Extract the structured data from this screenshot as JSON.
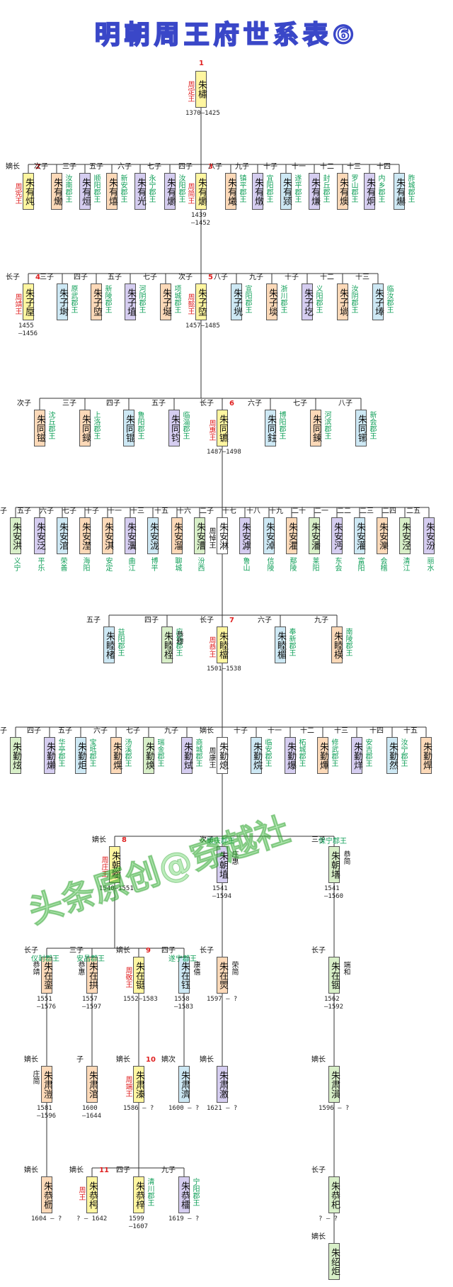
{
  "title": "明朝周王府世系表⑥",
  "watermark": "头条原创@穿越社",
  "colors": {
    "yellow": "#fff6a0",
    "purple": "#d5cdf0",
    "orange": "#fcd9b8",
    "blue": "#cde8f4",
    "green": "#d8efc8",
    "white": "#ffffff",
    "red": "#e02020",
    "teal": "#12a05a"
  },
  "people": [
    {
      "id": "g1",
      "name": "朱橚",
      "color": "yellow",
      "num": "1",
      "title": "周定王",
      "title_color": "red",
      "years": "1370–1425"
    },
    {
      "id": "g2a",
      "name": "朱有炖",
      "color": "yellow",
      "rank": "嫡长",
      "num": "2",
      "title": "周宪王",
      "title_color": "red"
    },
    {
      "id": "g2b",
      "name": "朱有爋",
      "color": "orange",
      "rank": "次子",
      "title": "汝南郡王",
      "title_color": "teal"
    },
    {
      "id": "g2c",
      "name": "朱有烜",
      "color": "purple",
      "rank": "三子",
      "title": "顺阳郡王",
      "title_color": "teal"
    },
    {
      "id": "g2d",
      "name": "朱有熺",
      "color": "orange",
      "rank": "五子",
      "title": "新安郡王",
      "title_color": "teal"
    },
    {
      "id": "g2e",
      "name": "朱有光",
      "color": "purple",
      "rank": "六子",
      "title": "永宁郡王",
      "title_color": "teal"
    },
    {
      "id": "g2f",
      "name": "朱有爝",
      "color": "purple",
      "rank": "七子",
      "title": "汝阳郡王",
      "title_color": "teal"
    },
    {
      "id": "g2g",
      "name": "朱有爝",
      "color": "yellow",
      "rank": "四子",
      "num": "3",
      "title": "周简王",
      "title_color": "red",
      "years": "1439 –1452"
    },
    {
      "id": "g2h",
      "name": "朱有爔",
      "color": "orange",
      "rank": "八子",
      "title": "镇平郡王",
      "title_color": "teal"
    },
    {
      "id": "g2i",
      "name": "朱有燉",
      "color": "purple",
      "rank": "九子",
      "title": "宜阳郡王",
      "title_color": "teal"
    },
    {
      "id": "g2j",
      "name": "朱有颎",
      "color": "blue",
      "rank": "十子",
      "title": "遂平郡王",
      "title_color": "teal"
    },
    {
      "id": "g2k",
      "name": "朱有熑",
      "color": "purple",
      "rank": "十一",
      "title": "封丘郡王",
      "title_color": "teal"
    },
    {
      "id": "g2l",
      "name": "朱有燠",
      "color": "orange",
      "rank": "十二",
      "title": "罗山郡王",
      "title_color": "teal"
    },
    {
      "id": "g2m",
      "name": "朱有炯",
      "color": "purple",
      "rank": "十三",
      "title": "内乡郡王",
      "title_color": "teal"
    },
    {
      "id": "g2n",
      "name": "朱有爀",
      "color": "blue",
      "rank": "十四",
      "title": "胙城郡王",
      "title_color": "teal"
    },
    {
      "id": "g3a",
      "name": "朱子垕",
      "color": "yellow",
      "rank": "长子",
      "num": "4",
      "title": "周靖王",
      "title_color": "red",
      "years": "1455 –1456"
    },
    {
      "id": "g3b",
      "name": "朱子埘",
      "color": "blue",
      "rank": "三子",
      "title": "原武郡王",
      "title_color": "teal"
    },
    {
      "id": "g3c",
      "name": "朱子埅",
      "color": "orange",
      "rank": "四子",
      "title": "新陵郡王",
      "title_color": "teal"
    },
    {
      "id": "g3d",
      "name": "朱子埴",
      "color": "purple",
      "rank": "五子",
      "title": "河阴郡王",
      "title_color": "teal"
    },
    {
      "id": "g3e",
      "name": "朱子埏",
      "color": "orange",
      "rank": "七子",
      "title": "项城郡王",
      "title_color": "teal"
    },
    {
      "id": "g3f",
      "name": "朱子埅",
      "color": "yellow",
      "rank": "次子",
      "num": "5",
      "title": "周懿王",
      "title_color": "red",
      "years": "1457–1485"
    },
    {
      "id": "g3g",
      "name": "朱子垙",
      "color": "blue",
      "rank": "八子",
      "title": "宣阳郡王",
      "title_color": "teal"
    },
    {
      "id": "g3h",
      "name": "朱子埮",
      "color": "orange",
      "rank": "九子",
      "title": "浙川郡王",
      "title_color": "teal"
    },
    {
      "id": "g3i",
      "name": "朱子圪",
      "color": "purple",
      "rank": "十子",
      "title": "义阳郡王",
      "title_color": "teal"
    },
    {
      "id": "g3j",
      "name": "朱子埫",
      "color": "orange",
      "rank": "十二",
      "title": "汝阴郡王",
      "title_color": "teal"
    },
    {
      "id": "g3k",
      "name": "朱子埲",
      "color": "blue",
      "rank": "十三",
      "title": "临汝郡王",
      "title_color": "teal"
    },
    {
      "id": "g4a",
      "name": "朱同镃",
      "color": "orange",
      "rank": "次子",
      "title": "沈丘郡王",
      "title_color": "teal"
    },
    {
      "id": "g4b",
      "name": "朱同録",
      "color": "orange",
      "rank": "三子",
      "title": "上洛郡王",
      "title_color": "teal"
    },
    {
      "id": "g4c",
      "name": "朱同锟",
      "color": "blue",
      "rank": "四子",
      "title": "鲁阳郡王",
      "title_color": "teal"
    },
    {
      "id": "g4d",
      "name": "朱同钧",
      "color": "purple",
      "rank": "五子",
      "title": "临淄郡王",
      "title_color": "teal"
    },
    {
      "id": "g4e",
      "name": "朱同镳",
      "color": "yellow",
      "rank": "长子",
      "num": "6",
      "title": "周惠王",
      "title_color": "red",
      "years": "1487–1498"
    },
    {
      "id": "g4f",
      "name": "朱同鉒",
      "color": "blue",
      "rank": "六子",
      "title": "博阳郡王",
      "title_color": "teal"
    },
    {
      "id": "g4g",
      "name": "朱同鍊",
      "color": "orange",
      "rank": "七子",
      "title": "河滨郡王",
      "title_color": "teal"
    },
    {
      "id": "g4h",
      "name": "朱同铘",
      "color": "blue",
      "rank": "八子",
      "title": "新会郡王",
      "title_color": "teal"
    },
    {
      "id": "g5a",
      "name": "朱安洪",
      "color": "green",
      "rank": "子",
      "title": "义宁",
      "title_color": "teal"
    },
    {
      "id": "g5b",
      "name": "朱安泛",
      "color": "purple",
      "rank": "五子",
      "title": "平乐",
      "title_color": "teal"
    },
    {
      "id": "g5c",
      "name": "朱安涫",
      "color": "blue",
      "rank": "六子",
      "title": "荣善",
      "title_color": "teal"
    },
    {
      "id": "g5d",
      "name": "朱安漜",
      "color": "orange",
      "rank": "七子",
      "title": "海阳",
      "title_color": "teal"
    },
    {
      "id": "g5e",
      "name": "朱安淇",
      "color": "orange",
      "rank": "十子",
      "title": "安定",
      "title_color": "teal"
    },
    {
      "id": "g5f",
      "name": "朱安瀷",
      "color": "purple",
      "rank": "十一",
      "title": "曲江",
      "title_color": "teal"
    },
    {
      "id": "g5g",
      "name": "朱安泷",
      "color": "blue",
      "rank": "十三",
      "title": "博平",
      "title_color": "teal"
    },
    {
      "id": "g5h",
      "name": "朱安溜",
      "color": "orange",
      "rank": "十五",
      "title": "聊城",
      "title_color": "teal"
    },
    {
      "id": "g5i",
      "name": "朱安漕",
      "color": "green",
      "rank": "十六",
      "title": "汾西",
      "title_color": "teal"
    },
    {
      "id": "g5j",
      "name": "朱安淋",
      "color": "white",
      "rank": "二子",
      "title": "周悼王",
      "title_color": "black"
    },
    {
      "id": "g5k",
      "name": "朱安滹",
      "color": "purple",
      "rank": "十七",
      "title": "鲁山",
      "title_color": "teal"
    },
    {
      "id": "g5l",
      "name": "朱安淖",
      "color": "blue",
      "rank": "十八",
      "title": "信陵",
      "title_color": "teal"
    },
    {
      "id": "g5m",
      "name": "朱安灈",
      "color": "orange",
      "rank": "十九",
      "title": "鄢陵",
      "title_color": "teal"
    },
    {
      "id": "g5n",
      "name": "朱安潘",
      "color": "green",
      "rank": "二十",
      "title": "莱阳",
      "title_color": "teal"
    },
    {
      "id": "g5o",
      "name": "朱安沔",
      "color": "purple",
      "rank": "二一",
      "title": "东会",
      "title_color": "teal"
    },
    {
      "id": "g5p",
      "name": "朱安灌",
      "color": "blue",
      "rank": "二二",
      "title": "富阳",
      "title_color": "teal"
    },
    {
      "id": "g5q",
      "name": "朱安濼",
      "color": "orange",
      "rank": "二三",
      "title": "会稽",
      "title_color": "teal"
    },
    {
      "id": "g5r",
      "name": "朱安泾",
      "color": "green",
      "rank": "二四",
      "title": "清江",
      "title_color": "teal"
    },
    {
      "id": "g5s",
      "name": "朱安汾",
      "color": "purple",
      "rank": "二五",
      "title": "丽水",
      "title_color": "teal"
    },
    {
      "id": "g6a",
      "name": "朱睦楮",
      "color": "blue",
      "rank": "五子",
      "title": "益阳郡王",
      "title_color": "teal"
    },
    {
      "id": "g6b",
      "name": "朱睦桎",
      "color": "green",
      "rank": "四子",
      "title": "应城郡王",
      "title_color": "teal",
      "note": "恭穆"
    },
    {
      "id": "g6c",
      "name": "朱睦檔",
      "color": "yellow",
      "rank": "长子",
      "num": "7",
      "title": "周恭王",
      "title_color": "red",
      "years": "1501–1538"
    },
    {
      "id": "g6d",
      "name": "朱睦楣",
      "color": "blue",
      "rank": "六子",
      "title": "奉新郡王",
      "title_color": "teal"
    },
    {
      "id": "g6e",
      "name": "朱睦楧",
      "color": "orange",
      "rank": "九子",
      "title": "南陵郡王",
      "title_color": "teal"
    },
    {
      "id": "g7a",
      "name": "朱勤炫",
      "color": "green",
      "rank": "子",
      "title": "",
      "title_color": "teal"
    },
    {
      "id": "g7b",
      "name": "朱勤㸊",
      "color": "purple",
      "rank": "四子",
      "title": "华亭郡王",
      "title_color": "teal"
    },
    {
      "id": "g7c",
      "name": "朱勤炬",
      "color": "blue",
      "rank": "五子",
      "title": "宝坻郡王",
      "title_color": "teal"
    },
    {
      "id": "g7d",
      "name": "朱勤熀",
      "color": "orange",
      "rank": "六子",
      "title": "汤溪郡王",
      "title_color": "teal"
    },
    {
      "id": "g7e",
      "name": "朱勤焕",
      "color": "green",
      "rank": "七子",
      "title": "瑞金郡王",
      "title_color": "teal"
    },
    {
      "id": "g7f",
      "name": "朱勤烒",
      "color": "purple",
      "rank": "九子",
      "title": "商城郡王",
      "title_color": "teal"
    },
    {
      "id": "g7g",
      "name": "朱勤熄",
      "color": "white",
      "rank": "嫡长",
      "title": "周康王",
      "title_color": "black"
    },
    {
      "id": "g7h",
      "name": "朱勤烷",
      "color": "blue",
      "rank": "十子",
      "title": "临安郡王",
      "title_color": "teal"
    },
    {
      "id": "g7i",
      "name": "朱勤爆",
      "color": "purple",
      "rank": "十一",
      "title": "柘城郡王",
      "title_color": "teal"
    },
    {
      "id": "g7j",
      "name": "朱勤熚",
      "color": "orange",
      "rank": "十二",
      "title": "修武郡王",
      "title_color": "teal"
    },
    {
      "id": "g7k",
      "name": "朱勤烊",
      "color": "purple",
      "rank": "十三",
      "title": "安吉郡王",
      "title_color": "teal"
    },
    {
      "id": "g7l",
      "name": "朱勤然",
      "color": "blue",
      "rank": "十四",
      "title": "汝宁郡王",
      "title_color": "teal"
    },
    {
      "id": "g7m",
      "name": "朱勤焊",
      "color": "orange",
      "rank": "十五",
      "title": "",
      "title_color": "teal"
    },
    {
      "id": "g8a",
      "name": "朱朝㘅",
      "color": "yellow",
      "rank": "嫡长",
      "num": "8",
      "title": "周庄王",
      "title_color": "red",
      "years": "1540–1551"
    },
    {
      "id": "g8b",
      "name": "朱朝埴",
      "color": "purple",
      "rank": "次子",
      "top": "顺庆郡王",
      "note": "庄惠",
      "years": "1541 –1594"
    },
    {
      "id": "g8c",
      "name": "朱朝墡",
      "color": "green",
      "rank": "三子",
      "top": "保宁郡王",
      "note": "恭简",
      "years": "1541 –1560"
    },
    {
      "id": "g9a",
      "name": "朱在銮",
      "color": "orange",
      "rank": "长子",
      "top": "仪封郡王",
      "note": "恭靖",
      "years": "1551 –1576"
    },
    {
      "id": "g9b",
      "name": "朱在拱",
      "color": "orange",
      "rank": "三子",
      "top": "安昌郡王",
      "note": "恭惠",
      "years": "1557 –1597"
    },
    {
      "id": "g9c",
      "name": "朱在铤",
      "color": "yellow",
      "rank": "嫡长",
      "num": "9",
      "title": "周敬王",
      "title_color": "red",
      "years": "1552–1583"
    },
    {
      "id": "g9d",
      "name": "朱在钰",
      "color": "blue",
      "rank": "四子",
      "top": "遂宁郡王",
      "note": "康僖",
      "years": "1558 –1583"
    },
    {
      "id": "g9e",
      "name": "朱在焸",
      "color": "orange",
      "rank": "长子",
      "note": "荣简",
      "years": "1597 – ?"
    },
    {
      "id": "g9f",
      "name": "朱在铟",
      "color": "green",
      "rank": "长子",
      "note": "端和",
      "years": "1562 –1592"
    },
    {
      "id": "g10a",
      "name": "朱肃溰",
      "color": "orange",
      "rank": "嫡长",
      "note": "庄简",
      "years": "1581 –1596"
    },
    {
      "id": "g10b",
      "name": "朱肃涫",
      "color": "orange",
      "rank": "子",
      "years": "1600 –1644"
    },
    {
      "id": "g10c",
      "name": "朱肃溱",
      "color": "yellow",
      "rank": "嫡长",
      "num": "10",
      "title": "周端王",
      "title_color": "red",
      "years": "1586 – ?"
    },
    {
      "id": "g10d",
      "name": "朱肃濟",
      "color": "blue",
      "rank": "嫡次",
      "years": "1600 – ?"
    },
    {
      "id": "g10e",
      "name": "朱肃激",
      "color": "purple",
      "rank": "嫡长",
      "years": "1621 – ?"
    },
    {
      "id": "g10f",
      "name": "朱肃溳",
      "color": "green",
      "rank": "嫡长",
      "years": "1596 – ?"
    },
    {
      "id": "g11a",
      "name": "朱恭枥",
      "color": "orange",
      "rank": "嫡长",
      "years": "1604 – ?"
    },
    {
      "id": "g11b",
      "name": "朱恭枵",
      "color": "yellow",
      "rank": "嫡长",
      "num": "11",
      "title": "周王",
      "title_color": "red",
      "years": "? – 1642"
    },
    {
      "id": "g11c",
      "name": "朱恭梓",
      "color": "yellow",
      "rank": "四子",
      "title": "清川郡王",
      "title_color": "teal",
      "years": "1599 –1607"
    },
    {
      "id": "g11d",
      "name": "朱恭檑",
      "color": "purple",
      "rank": "九子",
      "title": "宁阳郡王",
      "title_color": "teal",
      "years": "1619 – ?"
    },
    {
      "id": "g11e",
      "name": "朱恭𣏌",
      "color": "green",
      "rank": "长子",
      "years": "? – ?"
    },
    {
      "id": "g12a",
      "name": "朱绍炬",
      "color": "green",
      "rank": "嫡长"
    }
  ]
}
